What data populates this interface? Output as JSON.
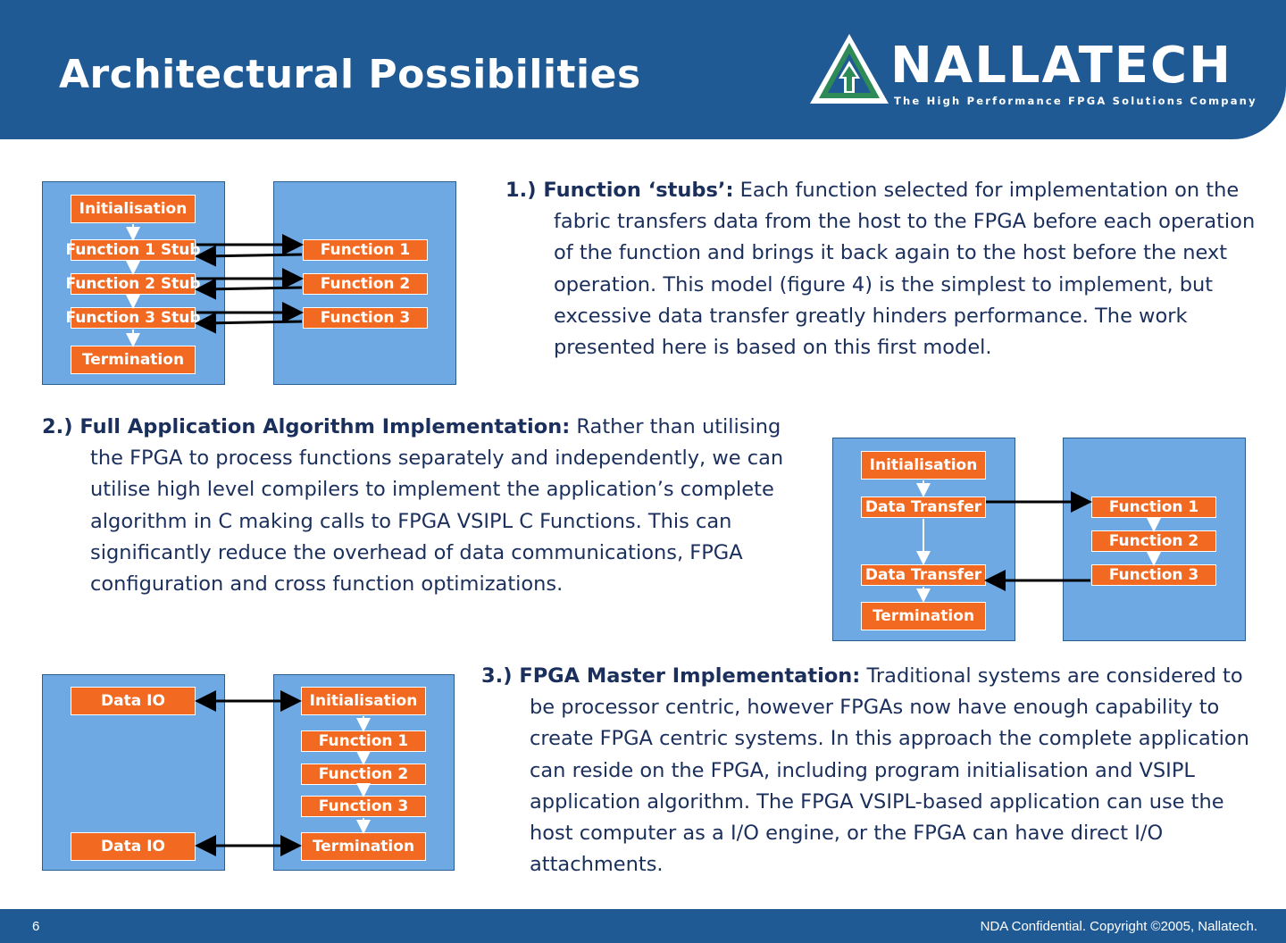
{
  "title": "Architectural Possibilities",
  "logo": {
    "name": "NALLATECH",
    "tagline": "The High Performance FPGA Solutions Company"
  },
  "colors": {
    "header": "#1f5a95",
    "panel": "#6ea9e3",
    "box": "#f26a21",
    "text": "#1b2f5c"
  },
  "diagram1": {
    "host": [
      "Initialisation",
      "Function 1 Stub",
      "Function 2 Stub",
      "Function 3 Stub",
      "Termination"
    ],
    "fpga": [
      "Function 1",
      "Function 2",
      "Function 3"
    ]
  },
  "diagram2": {
    "host": [
      "Initialisation",
      "Data Transfer",
      "Data Transfer",
      "Termination"
    ],
    "fpga": [
      "Function 1",
      "Function 2",
      "Function 3"
    ]
  },
  "diagram3": {
    "host": [
      "Data IO",
      "Data IO"
    ],
    "fpga": [
      "Initialisation",
      "Function 1",
      "Function 2",
      "Function 3",
      "Termination"
    ]
  },
  "para1": {
    "heading": "1.) Function ‘stubs’:",
    "body": " Each function selected for implementation on the fabric transfers data from the host to the FPGA before each operation of the function and brings it back again to the host before the next operation. This model (figure 4) is the simplest to implement, but excessive data transfer greatly hinders performance. The work presented here is based on this first model."
  },
  "para2": {
    "heading": "2.) Full Application Algorithm Implementation:",
    "body": " Rather than utilising the FPGA to process functions separately and independently, we can utilise high level compilers to implement the application’s complete algorithm in C making calls to FPGA VSIPL C Functions. This can significantly reduce the overhead of data communications, FPGA configuration and cross function optimizations."
  },
  "para3": {
    "heading": "3.) FPGA Master Implementation:",
    "body": " Traditional systems are considered to be processor centric, however FPGAs now have enough capability to create FPGA centric systems. In this approach the complete application can reside on the FPGA, including program initialisation and VSIPL application algorithm. The FPGA VSIPL-based application can use the host computer as a I/O engine, or the FPGA can have direct I/O attachments."
  },
  "footer": {
    "page": "6",
    "copyright": "NDA Confidential. Copyright ©2005, Nallatech."
  }
}
